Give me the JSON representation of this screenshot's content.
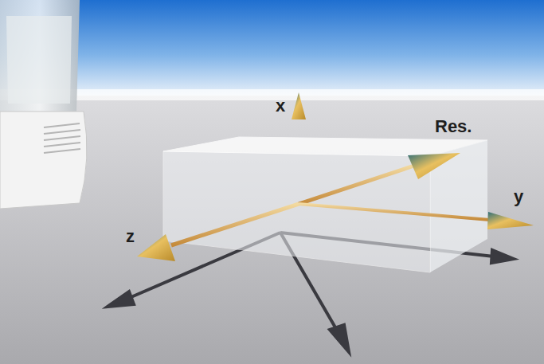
{
  "diagram": {
    "labels": [
      "x",
      "Res.",
      "y",
      "z"
    ]
  }
}
